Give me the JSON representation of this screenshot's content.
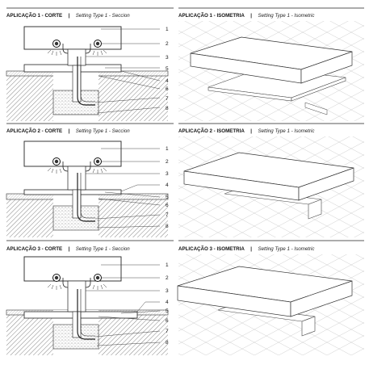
{
  "panels": [
    {
      "corte": {
        "title": "APLICAÇÃO 1 - CORTE",
        "separator": "|",
        "subtitle": "Setting Type 1 - Seccion"
      },
      "iso": {
        "title": "APLICAÇÃO 1 - ISOMETRIA",
        "separator": "|",
        "subtitle": "Setting Type 1 - Isometric"
      },
      "callouts": [
        "1",
        "2",
        "3",
        "4",
        "5",
        "6",
        "7",
        "8"
      ]
    },
    {
      "corte": {
        "title": "APLICAÇÃO 2 - CORTE",
        "separator": "|",
        "subtitle": "Setting Type 1 - Seccion"
      },
      "iso": {
        "title": "APLICAÇÃO 2 - ISOMETRIA",
        "separator": "|",
        "subtitle": "Setting Type 1 - Isometric"
      },
      "callouts": [
        "1",
        "2",
        "3",
        "4",
        "5",
        "6",
        "7",
        "8"
      ]
    },
    {
      "corte": {
        "title": "APLICAÇÃO 3 - CORTE",
        "separator": "|",
        "subtitle": "Setting Type 1 - Seccion"
      },
      "iso": {
        "title": "APLICAÇÃO 3 - ISOMETRIA",
        "separator": "|",
        "subtitle": "Setting Type 1 - Isometric"
      },
      "callouts": [
        "1",
        "2",
        "3",
        "4",
        "5",
        "6",
        "7",
        "8"
      ]
    }
  ]
}
